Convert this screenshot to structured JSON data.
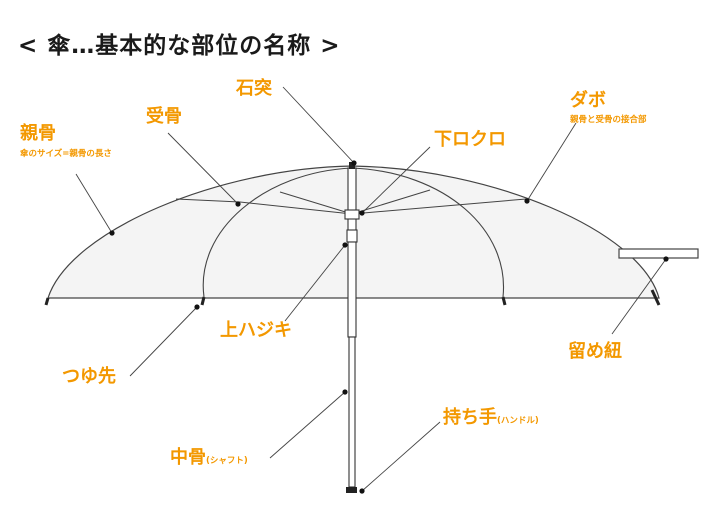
{
  "title": "< 傘…基本的な部位の名称 >",
  "labels": {
    "ishizuki": "石突",
    "ukebone": "受骨",
    "oyabone": "親骨",
    "oyabone_note": "傘のサイズ=親骨の長さ",
    "dabo": "ダボ",
    "dabo_note": "親骨と受骨の接合部",
    "shimo_rokuro": "下ロクロ",
    "ue_hajiki": "上ハジキ",
    "tsuyusaki": "つゆ先",
    "tomehimo": "留め紐",
    "mochite": "持ち手",
    "mochite_sub": "(ハンドル)",
    "nakabone": "中骨",
    "nakabone_sub": "(シャフト)"
  },
  "colors": {
    "label": "#f39800",
    "title": "#1a1a1a",
    "canopy_fill": "#f4f4f4",
    "line": "#333333"
  }
}
